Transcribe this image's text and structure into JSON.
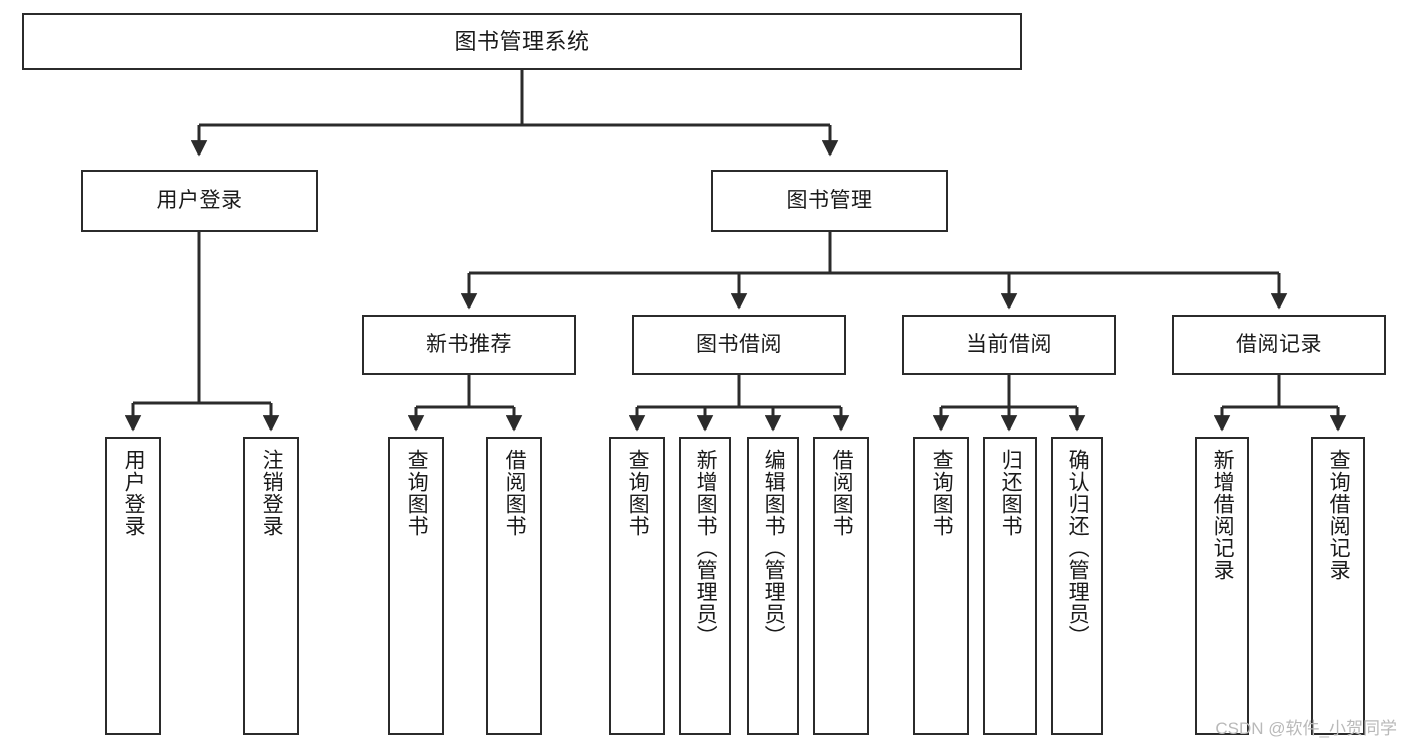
{
  "diagram": {
    "title": "图书管理系统",
    "type": "tree",
    "watermark": "CSDN @软件_小贺同学",
    "colors": {
      "border": "#2b2b2b",
      "background": "#ffffff",
      "text": "#1a1a1a",
      "connector": "#2b2b2b",
      "watermark": "#b9b9b9"
    }
  },
  "nodes": {
    "root": {
      "label": "图书管理系统"
    },
    "level2": [
      {
        "label": "用户登录"
      },
      {
        "label": "图书管理"
      }
    ],
    "level3": [
      {
        "label": "新书推荐"
      },
      {
        "label": "图书借阅"
      },
      {
        "label": "当前借阅"
      },
      {
        "label": "借阅记录"
      }
    ],
    "leaves": {
      "user_login": [
        {
          "label": "用户登录"
        },
        {
          "label": "注销登录"
        }
      ],
      "new_book_recommend": [
        {
          "label": "查询图书"
        },
        {
          "label": "借阅图书"
        }
      ],
      "book_borrow": [
        {
          "label": "查询图书"
        },
        {
          "label": "新增图书（管理员）"
        },
        {
          "label": "编辑图书（管理员）"
        },
        {
          "label": "借阅图书"
        }
      ],
      "current_borrow": [
        {
          "label": "查询图书"
        },
        {
          "label": "归还图书"
        },
        {
          "label": "确认归还（管理员）"
        }
      ],
      "borrow_record": [
        {
          "label": "新增借阅记录"
        },
        {
          "label": "查询借阅记录"
        }
      ]
    }
  }
}
